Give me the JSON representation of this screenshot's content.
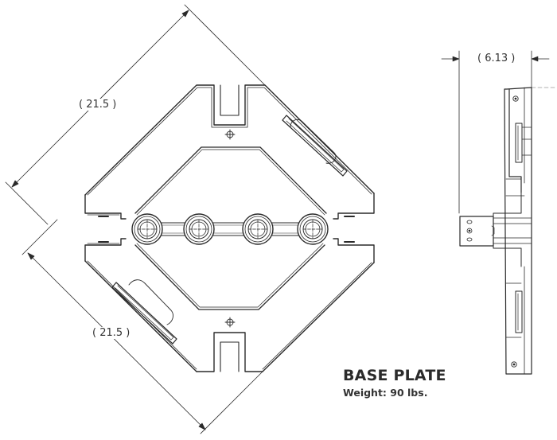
{
  "drawing": {
    "title": "BASE PLATE",
    "weight_label": "Weight: 90 lbs.",
    "line_color": "#2a2a2a",
    "background": "#ffffff"
  },
  "dimensions": {
    "top_left_width": "( 21.5 )",
    "bottom_left_width": "( 21.5 )",
    "side_thickness": "( 6.13 )"
  },
  "views": [
    {
      "name": "top-view",
      "description": "Octagonal base plate plan view with four bosses"
    },
    {
      "name": "side-view",
      "description": "Side elevation of base plate with mounting bracket"
    }
  ]
}
